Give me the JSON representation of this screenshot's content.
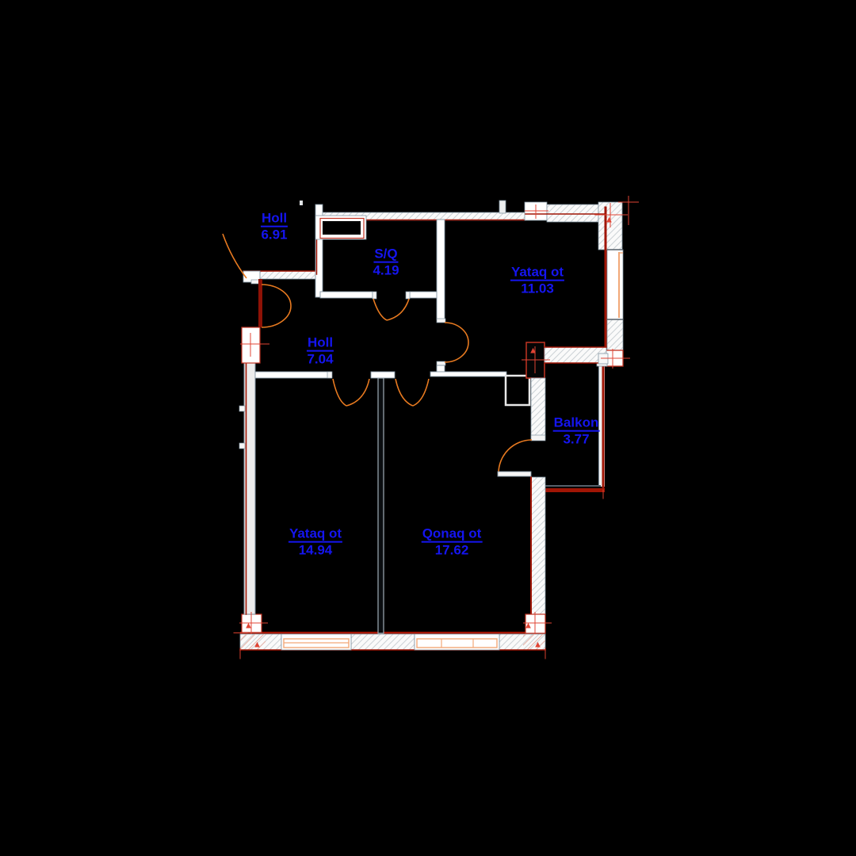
{
  "page": {
    "background": "#000000",
    "drawing_type": "apartment floor plan"
  },
  "rooms": [
    {
      "name": "Holl",
      "area": "6.91"
    },
    {
      "name": "S/Q",
      "area": "4.19"
    },
    {
      "name": "Yataq ot",
      "area": "11.03"
    },
    {
      "name": "Holl",
      "area": "7.04"
    },
    {
      "name": "Balkon",
      "area": "3.77"
    },
    {
      "name": "Yataq ot",
      "area": "14.94"
    },
    {
      "name": "Qonaq ot",
      "area": "17.62"
    }
  ],
  "colors": {
    "room_label_blue": "#1515f0",
    "wall_dark_red": "#a01505",
    "marker_red": "#e04434",
    "door_orange": "#e87a20",
    "window_frame_orange": "#f2a878",
    "wall_edge_gray": "#8496a3",
    "hatch_gray": "#ccd2d6",
    "background": "#000000"
  }
}
